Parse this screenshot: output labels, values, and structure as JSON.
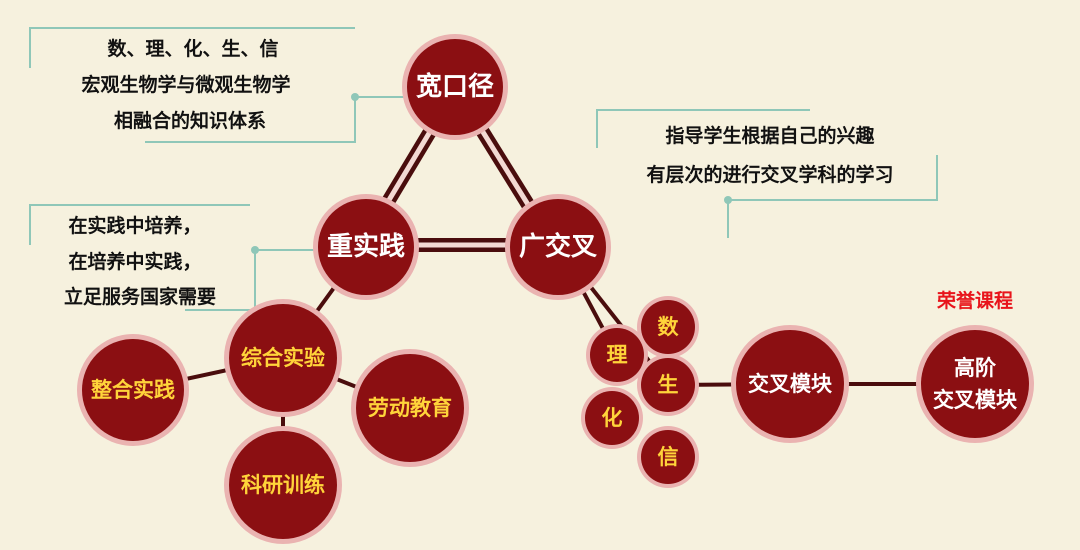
{
  "colors": {
    "background": "#f6f1de",
    "node_fill": "#8b0f12",
    "node_ring": "#eab3b1",
    "edge": "#4a0d0d",
    "edge_inner": "#f3d9d3",
    "callout": "#8fc7b8",
    "main_label": "#ffffff",
    "sub_label": "#ffd43a",
    "note_text": "#111111",
    "honor": "#e8141b"
  },
  "nodes": {
    "kuan_kou_jing": "宽口径",
    "zhong_shi_jian": "重实践",
    "guang_jiao_cha": "广交叉",
    "zong_he_shi_yan": "综合实验",
    "zheng_he_shi_jian": "整合实践",
    "lao_dong_jiao_yu": "劳动教育",
    "ke_yan_xun_lian": "科研训练",
    "shu": "数",
    "li": "理",
    "sheng": "生",
    "hua": "化",
    "xin": "信",
    "jiao_cha_mo_kuai": "交叉模块",
    "gao_jie_line1": "高阶",
    "gao_jie_line2": "交叉模块"
  },
  "notes": {
    "kuan_kou_jing": {
      "line1": "数、理、化、生、信",
      "line2": "宏观生物学与微观生物学",
      "line3": "相融合的知识体系"
    },
    "guang_jiao_cha": {
      "line1": "指导学生根据自己的兴趣",
      "line2": "有层次的进行交叉学科的学习"
    },
    "zhong_shi_jian": {
      "line1": "在实践中培养，",
      "line2": "在培养中实践，",
      "line3": "立足服务国家需要"
    }
  },
  "honor_label": "荣誉课程"
}
